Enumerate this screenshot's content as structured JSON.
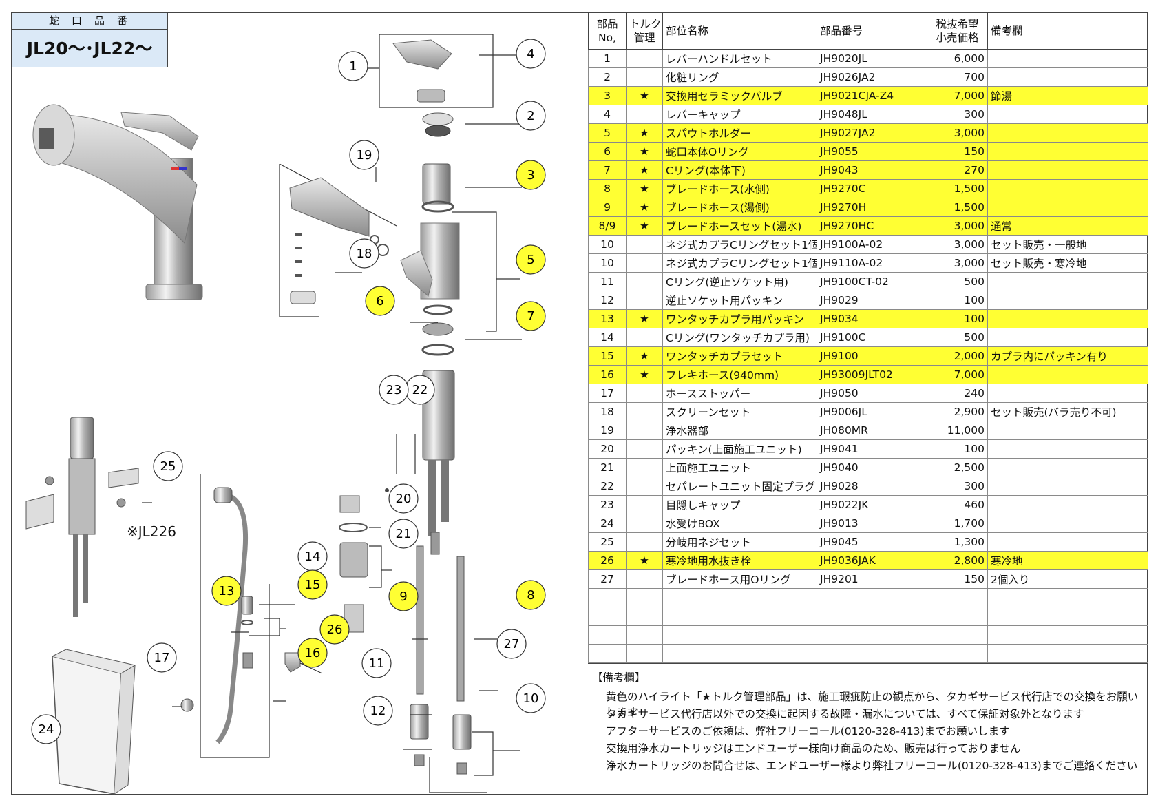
{
  "header": {
    "label": "蛇口品番",
    "model": "JL20～･JL22～"
  },
  "diagram_note": "※JL226",
  "callouts": [
    {
      "num": "1",
      "highlight": false
    },
    {
      "num": "2",
      "highlight": false
    },
    {
      "num": "3",
      "highlight": true
    },
    {
      "num": "4",
      "highlight": false
    },
    {
      "num": "5",
      "highlight": true
    },
    {
      "num": "6",
      "highlight": true
    },
    {
      "num": "7",
      "highlight": true
    },
    {
      "num": "8",
      "highlight": true
    },
    {
      "num": "9",
      "highlight": true
    },
    {
      "num": "10",
      "highlight": false
    },
    {
      "num": "11",
      "highlight": false
    },
    {
      "num": "12",
      "highlight": false
    },
    {
      "num": "13",
      "highlight": true
    },
    {
      "num": "14",
      "highlight": false
    },
    {
      "num": "15",
      "highlight": true
    },
    {
      "num": "16",
      "highlight": true
    },
    {
      "num": "17",
      "highlight": false
    },
    {
      "num": "18",
      "highlight": false
    },
    {
      "num": "19",
      "highlight": false
    },
    {
      "num": "20",
      "highlight": false
    },
    {
      "num": "21",
      "highlight": false
    },
    {
      "num": "22",
      "highlight": false
    },
    {
      "num": "23",
      "highlight": false
    },
    {
      "num": "24",
      "highlight": false
    },
    {
      "num": "25",
      "highlight": false
    },
    {
      "num": "26",
      "highlight": true
    },
    {
      "num": "27",
      "highlight": false
    }
  ],
  "table": {
    "headers": {
      "no_1": "部品",
      "no_2": "No,",
      "torque_1": "トルク",
      "torque_2": "管理",
      "name": "部位名称",
      "part_no": "部品番号",
      "price_1": "税抜希望",
      "price_2": "小売価格",
      "remarks": "備考欄"
    },
    "rows": [
      {
        "no": "1",
        "star": "",
        "name": "レバーハンドルセット",
        "part": "JH9020JL",
        "price": "6,000",
        "remarks": "",
        "highlight": false
      },
      {
        "no": "2",
        "star": "",
        "name": "化粧リング",
        "part": "JH9026JA2",
        "price": "700",
        "remarks": "",
        "highlight": false
      },
      {
        "no": "3",
        "star": "★",
        "name": "交換用セラミックバルブ",
        "part": "JH9021CJA-Z4",
        "price": "7,000",
        "remarks": "節湯",
        "highlight": true
      },
      {
        "no": "4",
        "star": "",
        "name": "レバーキャップ",
        "part": "JH9048JL",
        "price": "300",
        "remarks": "",
        "highlight": false
      },
      {
        "no": "5",
        "star": "★",
        "name": "スパウトホルダー",
        "part": "JH9027JA2",
        "price": "3,000",
        "remarks": "",
        "highlight": true
      },
      {
        "no": "6",
        "star": "★",
        "name": "蛇口本体Oリング",
        "part": "JH9055",
        "price": "150",
        "remarks": "",
        "highlight": true
      },
      {
        "no": "7",
        "star": "★",
        "name": "Cリング(本体下)",
        "part": "JH9043",
        "price": "270",
        "remarks": "",
        "highlight": true
      },
      {
        "no": "8",
        "star": "★",
        "name": "ブレードホース(水側)",
        "part": "JH9270C",
        "price": "1,500",
        "remarks": "",
        "highlight": true
      },
      {
        "no": "9",
        "star": "★",
        "name": "ブレードホース(湯側)",
        "part": "JH9270H",
        "price": "1,500",
        "remarks": "",
        "highlight": true
      },
      {
        "no": "8/9",
        "star": "★",
        "name": "ブレードホースセット(湯水)",
        "part": "JH9270HC",
        "price": "3,000",
        "remarks": "通常",
        "highlight": true
      },
      {
        "no": "10",
        "star": "",
        "name": "ネジ式カプラCリングセット1個",
        "part": "JH9100A-02",
        "price": "3,000",
        "remarks": "セット販売・一般地",
        "highlight": false
      },
      {
        "no": "10",
        "star": "",
        "name": "ネジ式カプラCリングセット1個",
        "part": "JH9110A-02",
        "price": "3,000",
        "remarks": "セット販売・寒冷地",
        "highlight": false
      },
      {
        "no": "11",
        "star": "",
        "name": "Cリング(逆止ソケット用)",
        "part": "JH9100CT-02",
        "price": "500",
        "remarks": "",
        "highlight": false
      },
      {
        "no": "12",
        "star": "",
        "name": "逆止ソケット用パッキン",
        "part": "JH9029",
        "price": "100",
        "remarks": "",
        "highlight": false
      },
      {
        "no": "13",
        "star": "★",
        "name": "ワンタッチカプラ用パッキン",
        "part": "JH9034",
        "price": "100",
        "remarks": "",
        "highlight": true
      },
      {
        "no": "14",
        "star": "",
        "name": "Cリング(ワンタッチカプラ用)",
        "part": "JH9100C",
        "price": "500",
        "remarks": "",
        "highlight": false
      },
      {
        "no": "15",
        "star": "★",
        "name": "ワンタッチカプラセット",
        "part": "JH9100",
        "price": "2,000",
        "remarks": "カプラ内にパッキン有り",
        "highlight": true
      },
      {
        "no": "16",
        "star": "★",
        "name": "フレキホース(940mm)",
        "part": "JH93009JLT02",
        "price": "7,000",
        "remarks": "",
        "highlight": true
      },
      {
        "no": "17",
        "star": "",
        "name": "ホースストッパー",
        "part": "JH9050",
        "price": "240",
        "remarks": "",
        "highlight": false
      },
      {
        "no": "18",
        "star": "",
        "name": "スクリーンセット",
        "part": "JH9006JL",
        "price": "2,900",
        "remarks": "セット販売(バラ売り不可)",
        "highlight": false
      },
      {
        "no": "19",
        "star": "",
        "name": "浄水器部",
        "part": "JH080MR",
        "price": "11,000",
        "remarks": "",
        "highlight": false
      },
      {
        "no": "20",
        "star": "",
        "name": "パッキン(上面施工ユニット)",
        "part": "JH9041",
        "price": "100",
        "remarks": "",
        "highlight": false
      },
      {
        "no": "21",
        "star": "",
        "name": "上面施工ユニット",
        "part": "JH9040",
        "price": "2,500",
        "remarks": "",
        "highlight": false
      },
      {
        "no": "22",
        "star": "",
        "name": "セパレートユニット固定プラグ",
        "part": "JH9028",
        "price": "300",
        "remarks": "",
        "highlight": false
      },
      {
        "no": "23",
        "star": "",
        "name": "目隠しキャップ",
        "part": "JH9022JK",
        "price": "460",
        "remarks": "",
        "highlight": false
      },
      {
        "no": "24",
        "star": "",
        "name": "水受けBOX",
        "part": "JH9013",
        "price": "1,700",
        "remarks": "",
        "highlight": false
      },
      {
        "no": "25",
        "star": "",
        "name": "分岐用ネジセット",
        "part": "JH9045",
        "price": "1,300",
        "remarks": "",
        "highlight": false
      },
      {
        "no": "26",
        "star": "★",
        "name": "寒冷地用水抜き栓",
        "part": "JH9036JAK",
        "price": "2,800",
        "remarks": "寒冷地",
        "highlight": true
      },
      {
        "no": "27",
        "star": "",
        "name": "ブレードホース用Oリング",
        "part": "JH9201",
        "price": "150",
        "remarks": "2個入り",
        "highlight": false
      },
      {
        "no": "",
        "star": "",
        "name": "",
        "part": "",
        "price": "",
        "remarks": "",
        "highlight": false
      },
      {
        "no": "",
        "star": "",
        "name": "",
        "part": "",
        "price": "",
        "remarks": "",
        "highlight": false
      },
      {
        "no": "",
        "star": "",
        "name": "",
        "part": "",
        "price": "",
        "remarks": "",
        "highlight": false
      },
      {
        "no": "",
        "star": "",
        "name": "",
        "part": "",
        "price": "",
        "remarks": "",
        "highlight": false
      }
    ]
  },
  "notes": {
    "heading": "【備考欄】",
    "lines": [
      "黄色のハイライト「★トルク管理部品」は、施工瑕疵防止の観点から、タカギサービス代行店での交換をお願いします",
      "タカギサービス代行店以外での交換に起因する故障・漏水については、すべて保証対象外となります",
      "アフターサービスのご依頼は、弊社フリーコール(0120-328-413)までお願いします",
      "交換用浄水カートリッジはエンドユーザー様向け商品のため、販売は行っておりません",
      "浄水カートリッジのお問合せは、エンドユーザー様より弊社フリーコール(0120-328-413)までご連絡ください"
    ]
  },
  "colors": {
    "highlight": "#ffff33",
    "title_bg": "#dbe9f7"
  }
}
